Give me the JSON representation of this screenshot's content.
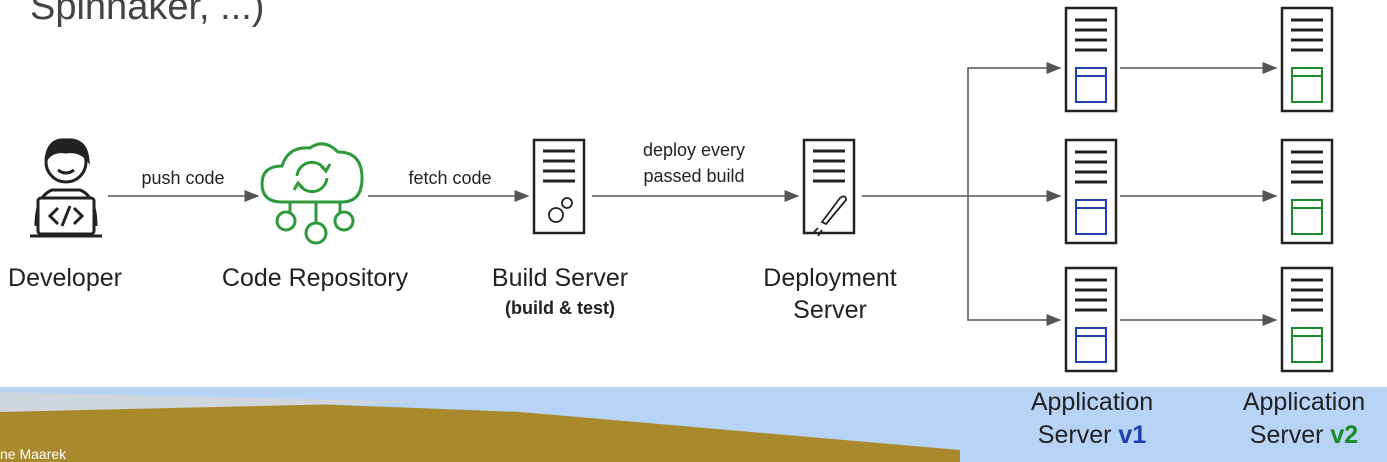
{
  "header_fragment": "Spinnaker, ...)",
  "nodes": {
    "developer": "Developer",
    "repo": "Code Repository",
    "build": "Build Server",
    "build_sub": "(build & test)",
    "deploy_line1": "Deployment",
    "deploy_line2": "Server",
    "app_v1_line1": "Application",
    "app_v1_line2": "Server",
    "app_v1_version": "v1",
    "app_v2_line1": "Application",
    "app_v2_line2": "Server",
    "app_v2_version": "v2"
  },
  "edges": {
    "push": "push code",
    "fetch": "fetch code",
    "deploy_line1": "deploy every",
    "deploy_line2": "passed build"
  },
  "footer_text": "ne Maarek",
  "colors": {
    "v1_accent": "#1f3fae",
    "v2_accent": "#1a8a2a",
    "repo_green": "#2e9a3a",
    "footer_blue": "#b7d3f5",
    "footer_gold": "#a88a2c"
  }
}
